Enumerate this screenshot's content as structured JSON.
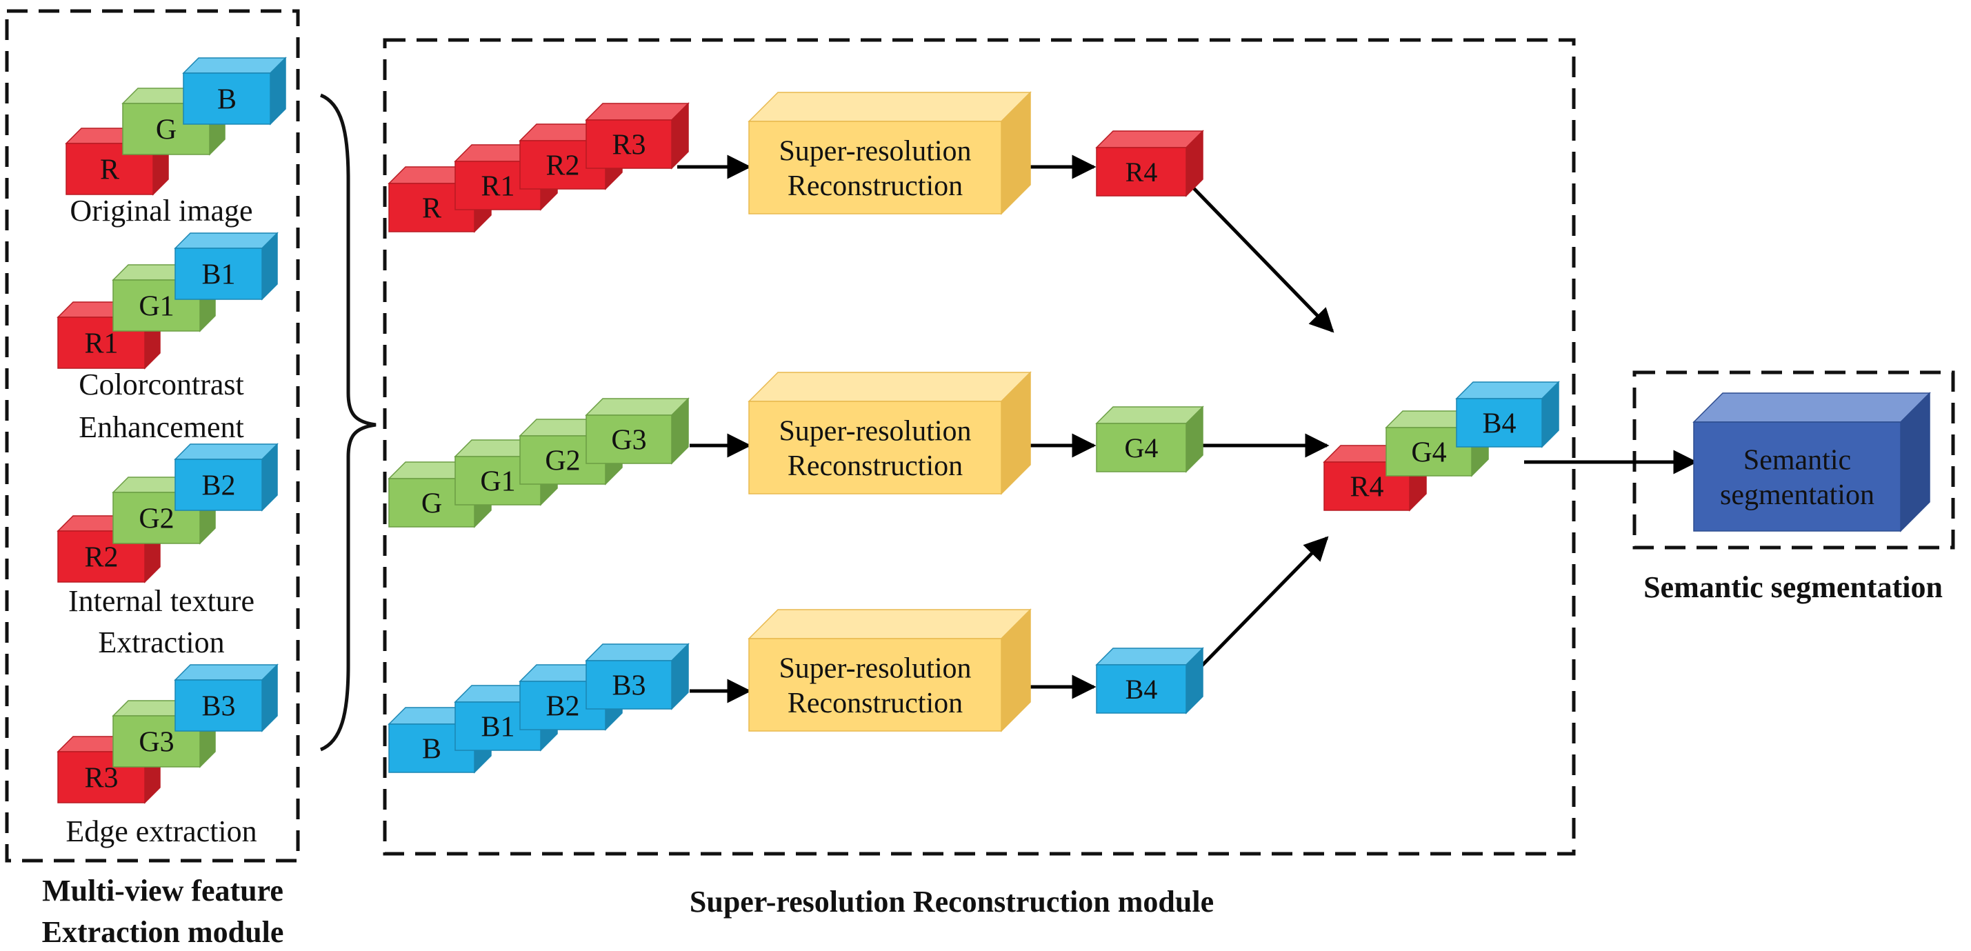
{
  "colors": {
    "red": [
      "#e8212e",
      "#f05a62",
      "#b81a22"
    ],
    "green": [
      "#8fc85f",
      "#b6dd93",
      "#6b9e44"
    ],
    "blue": [
      "#22aee6",
      "#6cc9ef",
      "#1a86b3"
    ],
    "yellow": [
      "#ffd978",
      "#ffe7a8",
      "#e8b94f"
    ],
    "navy": [
      "#3e63b3",
      "#7e9bd6",
      "#2d4c8f"
    ]
  },
  "module1": {
    "caption_line1": "Multi-view feature",
    "caption_line2": "Extraction  module",
    "groups": [
      {
        "cubes": [
          "R",
          "G",
          "B"
        ],
        "caption": [
          "Original image"
        ]
      },
      {
        "cubes": [
          "R1",
          "G1",
          "B1"
        ],
        "caption": [
          "Colorcontrast",
          "Enhancement"
        ]
      },
      {
        "cubes": [
          "R2",
          "G2",
          "B2"
        ],
        "caption": [
          "Internal texture",
          "Extraction"
        ]
      },
      {
        "cubes": [
          "R3",
          "G3",
          "B3"
        ],
        "caption": [
          "Edge extraction"
        ]
      }
    ]
  },
  "module2": {
    "caption": "Super-resolution Reconstruction module",
    "rows": [
      {
        "color": "red",
        "cubes": [
          "R",
          "R1",
          "R2",
          "R3"
        ],
        "block": [
          "Super-resolution",
          "Reconstruction"
        ],
        "output": "R4"
      },
      {
        "color": "green",
        "cubes": [
          "G",
          "G1",
          "G2",
          "G3"
        ],
        "block": [
          "Super-resolution",
          "Reconstruction"
        ],
        "output": "G4"
      },
      {
        "color": "blue",
        "cubes": [
          "B",
          "B1",
          "B2",
          "B3"
        ],
        "block": [
          "Super-resolution",
          "Reconstruction"
        ],
        "output": "B4"
      }
    ],
    "merged": [
      "R4",
      "G4",
      "B4"
    ]
  },
  "module3": {
    "caption": "Semantic segmentation",
    "box": [
      "Semantic",
      "segmentation"
    ]
  }
}
